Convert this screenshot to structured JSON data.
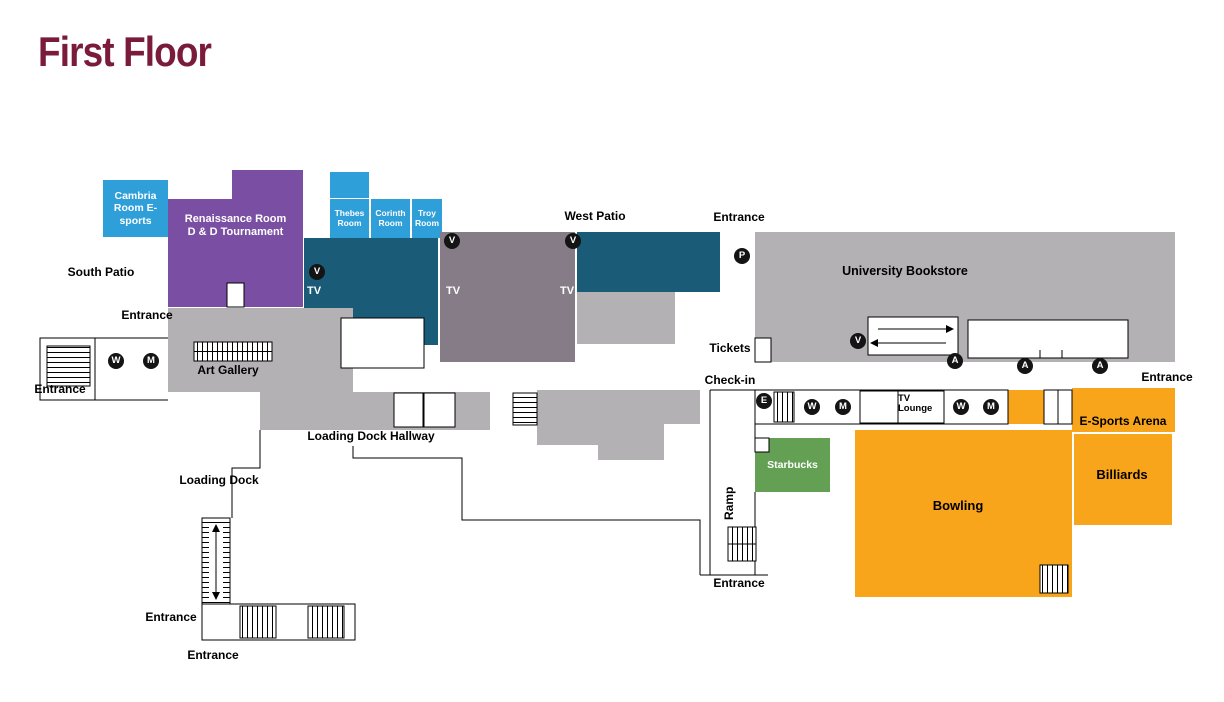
{
  "title": "First Floor",
  "colors": {
    "title_maroon": "#7A1B3B",
    "room_blue": "#2E9FD8",
    "room_purple": "#7A4FA3",
    "room_teal": "#1A5B78",
    "room_mauve": "#857C87",
    "room_gray": "#B4B1B5",
    "room_green": "#64A053",
    "room_orange": "#F9A51B",
    "icon_black": "#141414"
  },
  "rooms": {
    "cambria": "Cambria Room E-sports",
    "renaissance_line1": "Renaissance Room",
    "renaissance_line2": "D & D Tournament",
    "thebes": "Thebes Room",
    "corinth": "Corinth Room",
    "troy": "Troy Room",
    "art_gallery": "Art Gallery",
    "university_bookstore": "University Bookstore",
    "tv_lounge": "TV Lounge",
    "starbucks": "Starbucks",
    "bowling": "Bowling",
    "billiards": "Billiards",
    "esports_arena": "E-Sports Arena"
  },
  "labels": {
    "south_patio": "South Patio",
    "west_patio": "West Patio",
    "entrance": "Entrance",
    "tickets": "Tickets",
    "check_in": "Check-in",
    "loading_dock_hallway": "Loading Dock Hallway",
    "loading_dock": "Loading Dock",
    "ramp": "Ramp",
    "tv": "TV"
  },
  "icons": {
    "vending": "V",
    "parking": "P",
    "women_restroom": "W",
    "men_restroom": "M",
    "atm": "A",
    "elevator": "E"
  }
}
